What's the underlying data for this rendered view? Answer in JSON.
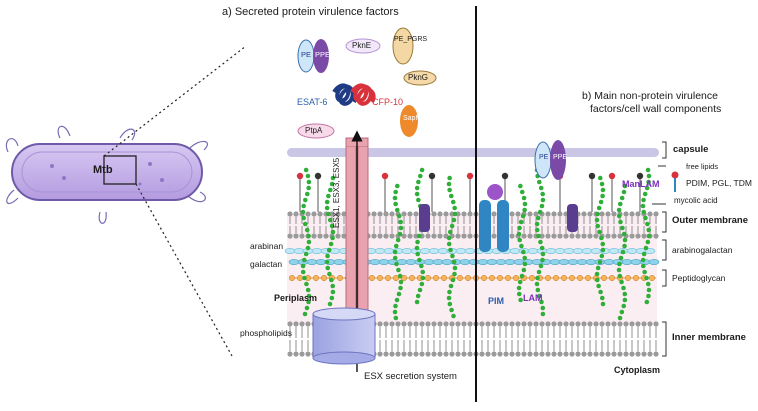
{
  "bacterium": {
    "label": "Mtb"
  },
  "section_a": {
    "title": "a) Secreted protein virulence factors"
  },
  "section_b": {
    "title_line1": "b) Main non-protein virulence",
    "title_line2": "factors/cell wall components"
  },
  "secreted_proteins": {
    "pe": "PE",
    "ppe": "PPE",
    "pkne": "PknE",
    "pe_pgrs": "PE_PGRS",
    "pkng": "PknG",
    "esat6": "ESAT-6",
    "cfp10": "CFP-10",
    "ptpa": "PtpA",
    "sapm": "SapM"
  },
  "membrane_proteins": {
    "pe": "PE",
    "ppe": "PPE"
  },
  "esx": {
    "channel_label": "ESX1, ESX3, ESX5",
    "system_label": "ESX secretion system"
  },
  "left_labels": {
    "arabinan": "arabinan",
    "galactan": "galactan",
    "periplasm": "Periplasm",
    "phospholipids": "phospholipids"
  },
  "molecule_labels": {
    "pim": "PIM",
    "lam": "LAM",
    "manlam": "ManLAM"
  },
  "right_labels": {
    "capsule": "capsule",
    "free_lipids": "free lipids",
    "pdim": "PDIM, PGL, TDM",
    "mycolic": "mycolic acid",
    "outer_membrane": "Outer membrane",
    "arabinogalactan": "arabinogalactan",
    "peptidoglycan": "Peptidoglycan",
    "inner_membrane": "Inner membrane",
    "cytoplasm": "Cytoplasm"
  },
  "colors": {
    "capsule": "#c9c6e6",
    "arabinogalactan": "#8fd3ea",
    "peptidoglycan": "#f5b45a",
    "lipid_head": "#9a9a9a",
    "chain_green": "#2fae3a",
    "esx": "#e8a3ae",
    "pe": "#cfe6f8",
    "ppe": "#7a4aa6",
    "pe_pgrs": "#f3d8a4",
    "pkng": "#f5d9a8",
    "esat6": "#1f3b86",
    "cfp10": "#d8333d",
    "sapm": "#ee8a2b",
    "lam_text": "#7b2fbd",
    "pim_text": "#2a5db0",
    "divider": "#111111"
  }
}
